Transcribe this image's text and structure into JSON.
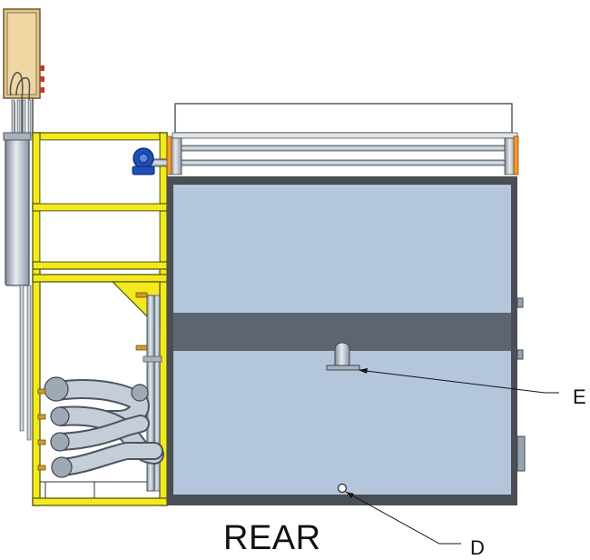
{
  "view_label": "REAR",
  "callouts": {
    "e_label": "E",
    "d_label": "D"
  },
  "colors": {
    "frame_yellow": "#f2ea1e",
    "tank_blue": "#b4c6db",
    "tank_band": "#5d6670",
    "tank_border": "#4a4f55",
    "pipe": "#b9c3cf",
    "pump_blue": "#1f4fb8",
    "accent_orange": "#f29a2e",
    "panel_tan": "#e3c48a"
  }
}
